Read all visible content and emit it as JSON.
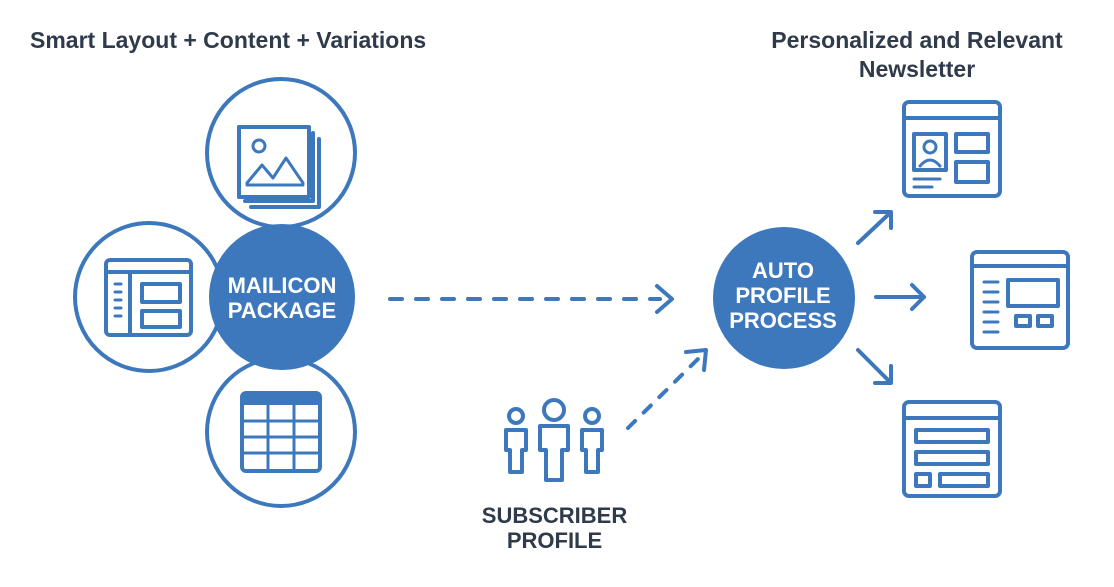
{
  "headings": {
    "left": "Smart Layout + Content + Variations",
    "right": "Personalized and Relevant Newsletter"
  },
  "nodes": {
    "mailicon_package": "MAILICON PACKAGE",
    "auto_profile_process": "AUTO PROFILE PROCESS",
    "subscriber_profile": "SUBSCRIBER PROFILE"
  },
  "colors": {
    "accent": "#3d78bd",
    "text": "#2f3a4a",
    "background": "#ffffff"
  },
  "icons": [
    "image-stack-icon",
    "layout-sidebar-icon",
    "table-grid-icon",
    "people-group-icon",
    "newsletter-profile-icon",
    "newsletter-sidebar-icon",
    "newsletter-rows-icon"
  ]
}
